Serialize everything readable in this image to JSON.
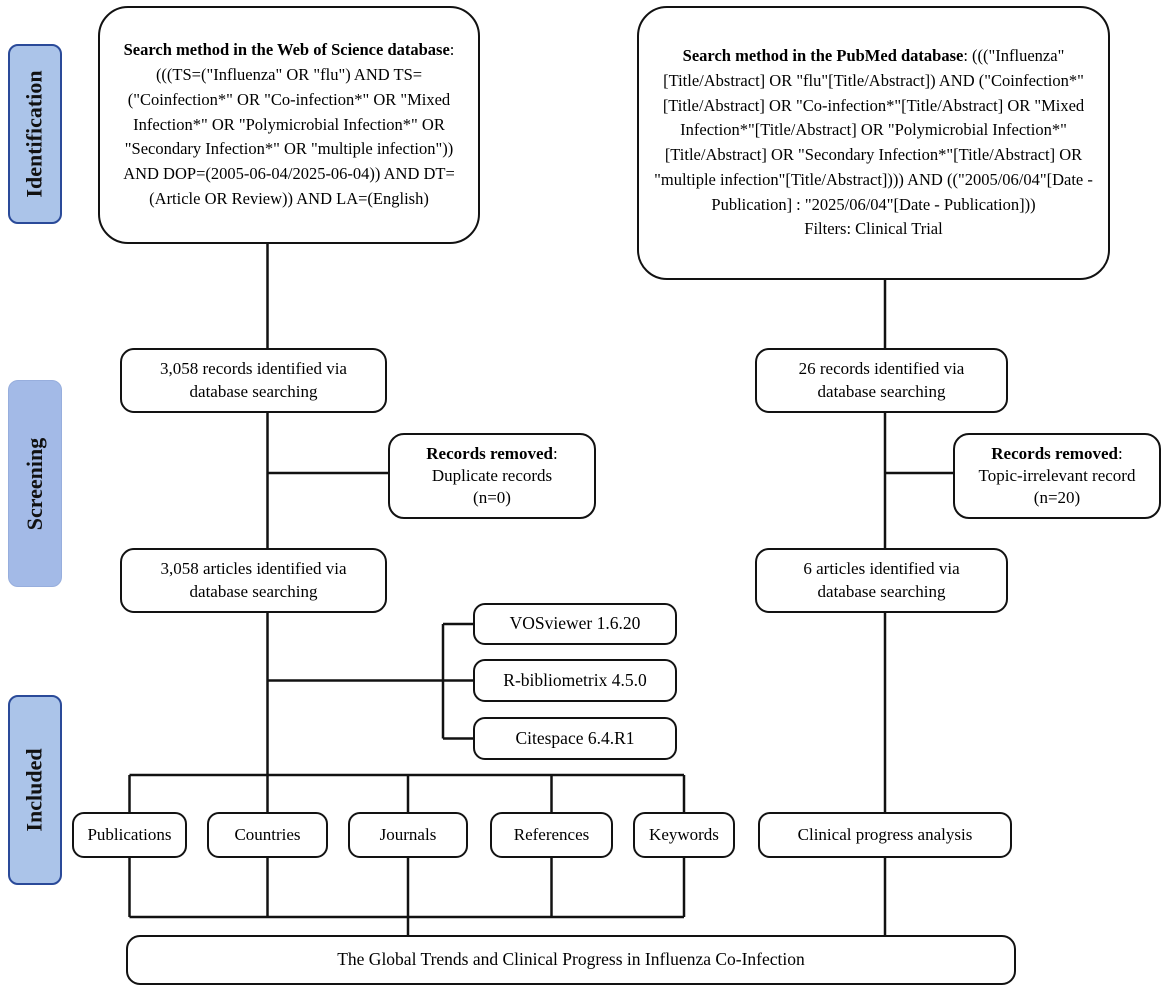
{
  "palette": {
    "stage_fill": "#abc4e9",
    "stage_fill_screening": "#a3bae7",
    "stage_border": "#2a4a99",
    "box_border": "#121212",
    "box_fill": "#ffffff",
    "connector": "#121212"
  },
  "punct": {
    "colon": ":"
  },
  "stages": [
    {
      "label": "Identification"
    },
    {
      "label": "Screening"
    },
    {
      "label": "Included"
    }
  ],
  "wos": {
    "search_title": "Search method in the Web of Science database",
    "search_body": ": (((TS=(\"Influenza\" OR \"flu\") AND TS=(\"Coinfection*\" OR \"Co-infection*\" OR \"Mixed Infection*\" OR \"Polymicrobial Infection*\" OR \"Secondary Infection*\" OR \"multiple infection\")) AND DOP=(2005-06-04/2025-06-04)) AND DT=(Article OR Review)) AND LA=(English)",
    "records": "3,058 records identified via database searching",
    "removed_title": "Records removed",
    "removed_line1": "Duplicate records",
    "removed_line2": "(n=0)",
    "articles": "3,058 articles  identified via database searching"
  },
  "pubmed": {
    "search_title": "Search method in the PubMed database",
    "search_body": ": (((\"Influenza\"[Title/Abstract] OR \"flu\"[Title/Abstract]) AND (\"Coinfection*\"[Title/Abstract] OR \"Co-infection*\"[Title/Abstract] OR \"Mixed Infection*\"[Title/Abstract] OR \"Polymicrobial Infection*\"[Title/Abstract] OR \"Secondary Infection*\"[Title/Abstract] OR \"multiple infection\"[Title/Abstract]))) AND ((\"2005/06/04\"[Date - Publication] : \"2025/06/04\"[Date - Publication]))",
    "search_filters": "Filters: Clinical Trial",
    "records": "26 records identified via database searching",
    "removed_title": "Records removed",
    "removed_line1": "Topic-irrelevant record",
    "removed_line2": "(n=20)",
    "articles": "6 articles  identified via database searching",
    "analysis": "Clinical progress analysis"
  },
  "tools": [
    {
      "label": "VOSviewer 1.6.20"
    },
    {
      "label": "R-bibliometrix 4.5.0"
    },
    {
      "label": "Citespace 6.4.R1"
    }
  ],
  "categories": [
    {
      "label": "Publications"
    },
    {
      "label": "Countries"
    },
    {
      "label": "Journals"
    },
    {
      "label": "References"
    },
    {
      "label": "Keywords"
    }
  ],
  "conclusion": "The Global Trends and Clinical Progress in Influenza Co-Infection"
}
